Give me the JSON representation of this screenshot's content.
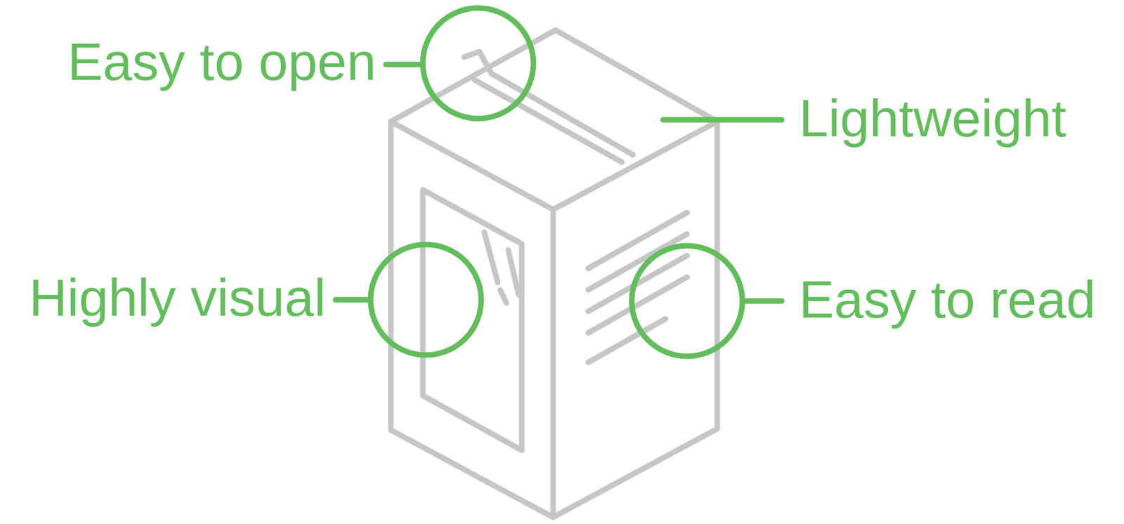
{
  "diagram": {
    "labels": [
      "Easy to open",
      "Lightweight",
      "Highly visual",
      "Easy to read"
    ]
  }
}
